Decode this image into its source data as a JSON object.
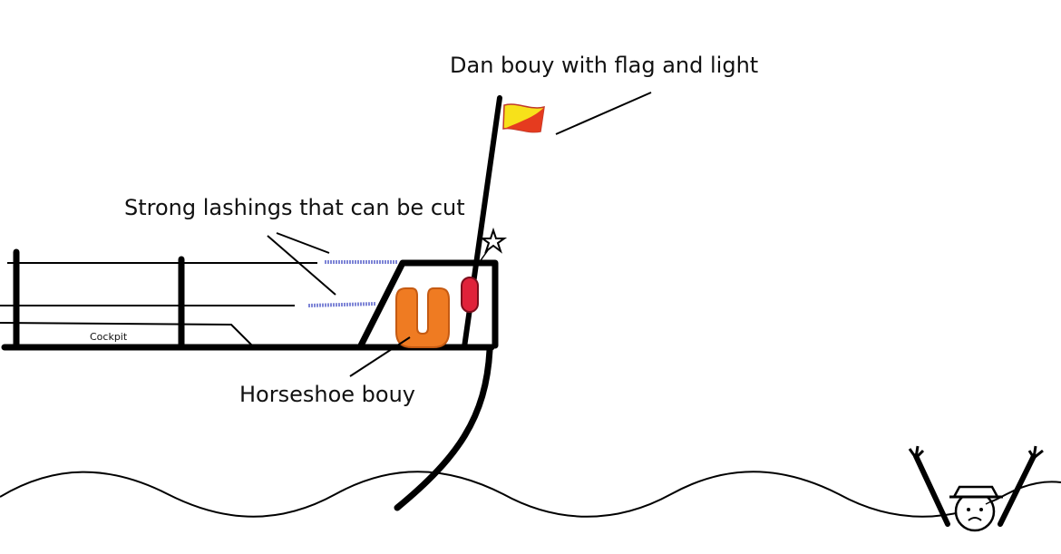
{
  "diagram": {
    "labels": {
      "dan_buoy": "Dan bouy with flag and light",
      "lashings": "Strong lashings that can be cut",
      "horseshoe": "Horseshoe bouy",
      "cockpit": "Cockpit"
    },
    "colors": {
      "ink": "#000000",
      "flag_red": "#e53b1f",
      "flag_yellow": "#f7e11a",
      "horseshoe_orange": "#ef7b22",
      "horseshoe_edge": "#c55a12",
      "float_red": "#e0223a",
      "lashing_blue": "#7d84d6",
      "water": "#000000"
    },
    "icons": [
      "star-icon",
      "flag-icon",
      "person-in-water-icon"
    ]
  }
}
